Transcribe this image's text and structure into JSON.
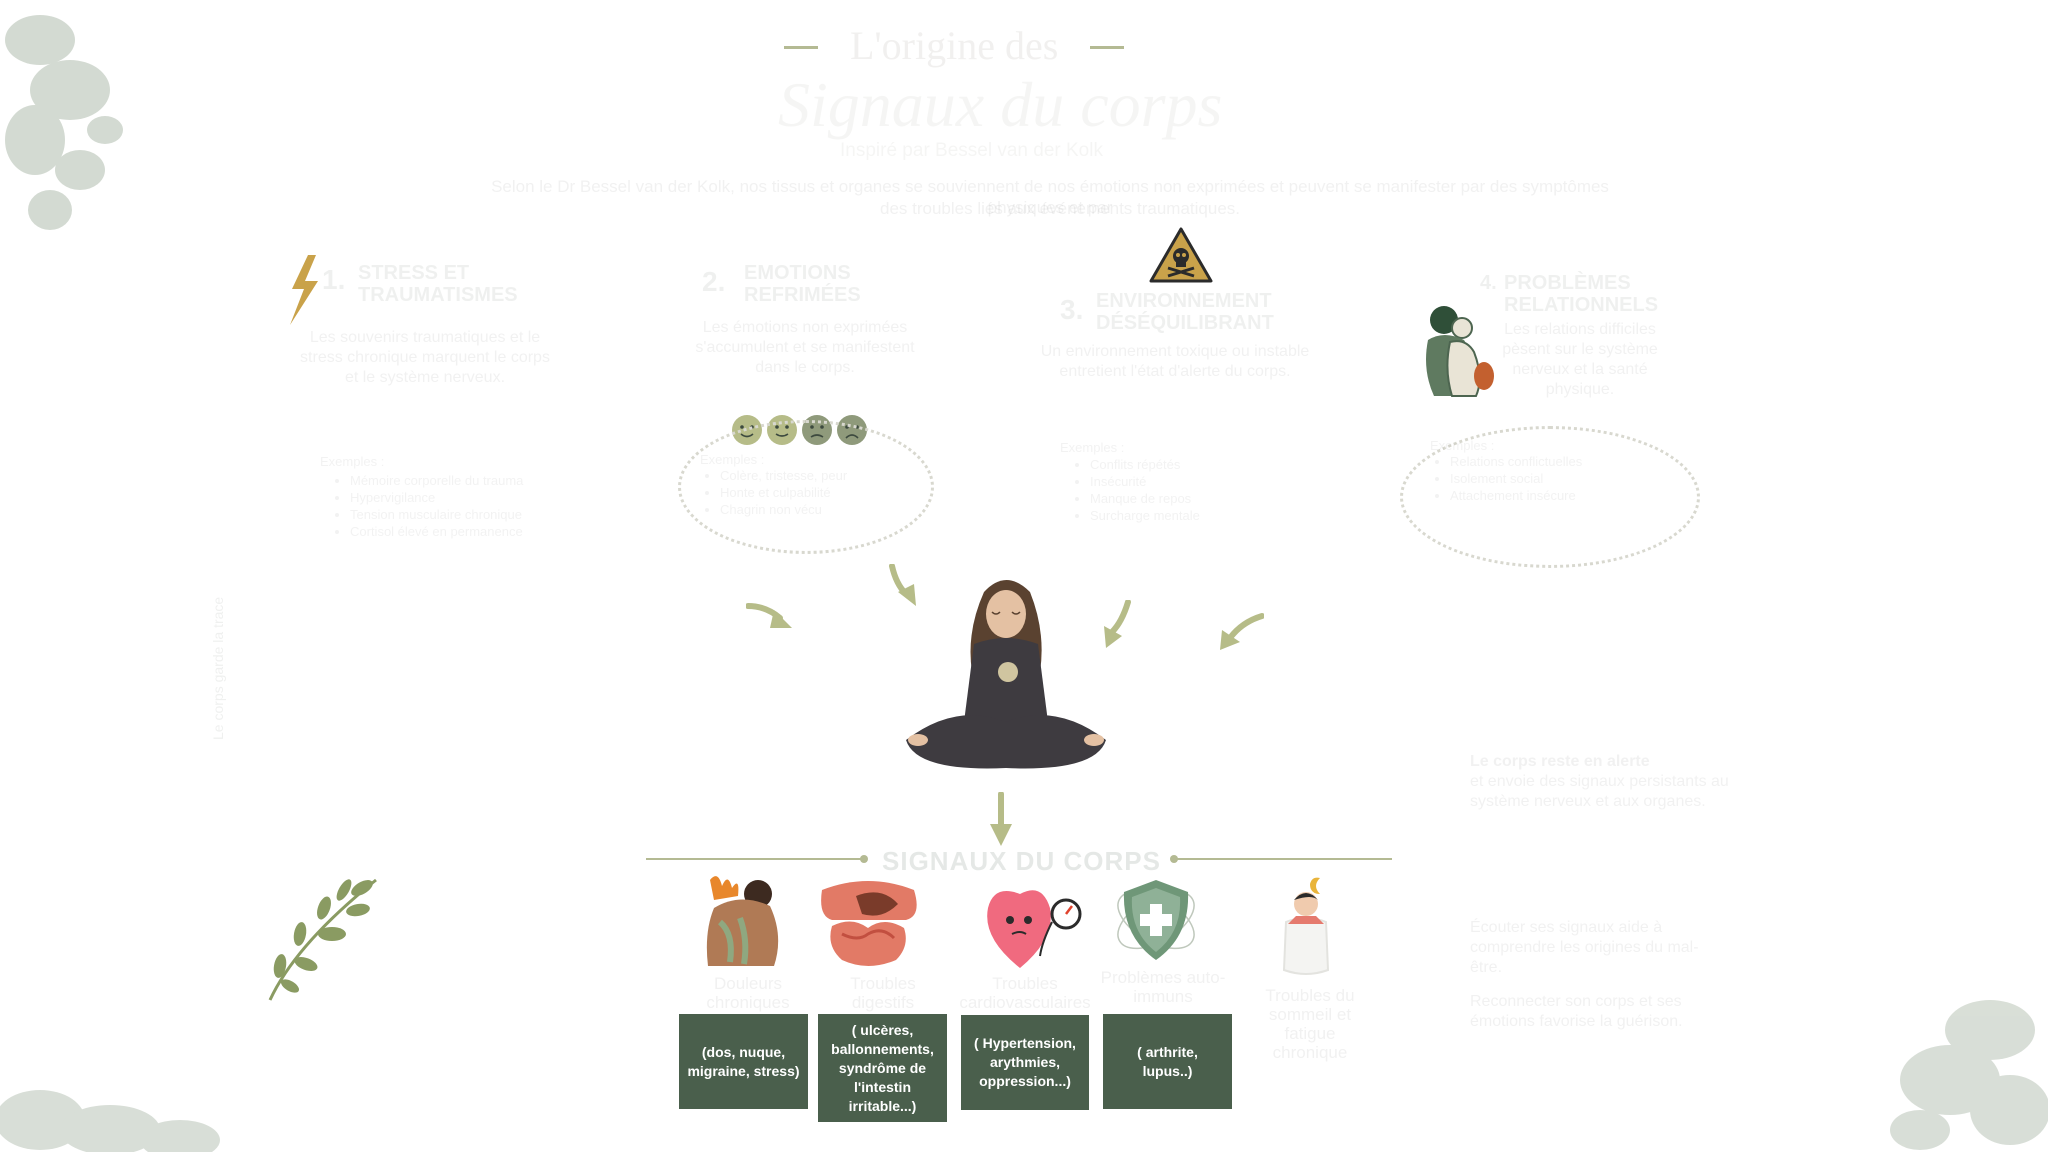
{
  "header": {
    "title_top": "L'origine des",
    "title_main": "Signaux du corps",
    "subtitle": "Inspiré par Bessel van der Kolk",
    "intro_line1": "Selon le Dr Bessel van der Kolk, nos tissus et organes se souviennent de nos émotions non exprimées et peuvent se manifester par des symptômes physiques et par",
    "intro_line2": "des troubles liés aux événements traumatiques."
  },
  "causes": [
    {
      "num": "1.",
      "title": "STRESS ET TRAUMATISMES",
      "text": "Les souvenirs traumatiques et le stress chronique marquent le corps et le système nerveux.",
      "examples_label": "Exemples :",
      "examples": [
        "Mémoire corporelle du trauma",
        "Hypervigilance",
        "Tension musculaire chronique",
        "Cortisol élevé en permanence"
      ]
    },
    {
      "num": "2.",
      "title": "EMOTIONS REFRIMÉES",
      "text": "Les émotions non exprimées s'accumulent et se manifestent dans le corps.",
      "examples_label": "Exemples :",
      "examples": [
        "Colère, tristesse, peur",
        "Honte et culpabilité",
        "Chagrin non vécu"
      ]
    },
    {
      "num": "3.",
      "title": "ENVIRONNEMENT DÉSÉQUILIBRANT",
      "text": "Un environnement toxique ou instable entretient l'état d'alerte du corps.",
      "examples_label": "Exemples :",
      "examples": [
        "Conflits répétés",
        "Insécurité",
        "Manque de repos",
        "Surcharge mentale"
      ]
    },
    {
      "num": "4.",
      "title": "PROBLÈMES RELATIONNELS",
      "text": "Les relations difficiles pèsent sur le système nerveux et la santé physique.",
      "examples_label": "Exemples :",
      "examples": [
        "Relations conflictuelles",
        "Isolement social",
        "Attachement insécure"
      ]
    }
  ],
  "side": {
    "vertical_note": "Le corps garde la trace",
    "box1_title": "Le corps reste en alerte",
    "box1_text": "et envoie des signaux persistants au système nerveux et aux organes.",
    "box2_text1": "Écouter ses signaux aide à comprendre les origines du mal-être.",
    "box2_text2": "Reconnecter son corps et ses émotions favorise la guérison."
  },
  "section": {
    "title": "SIGNAUX DU CORPS"
  },
  "symptoms": [
    {
      "label": "Douleurs chroniques",
      "box": "(dos, nuque, migraine, stress)"
    },
    {
      "label": "Troubles digestifs",
      "box": "( ulcères, ballonnements, syndrôme de l'intestin irritable...)"
    },
    {
      "label": "Troubles cardiovasculaires",
      "box": "( Hypertension, arythmies, oppression...)"
    },
    {
      "label": "Problèmes auto-immuns",
      "box": "( arthrite, lupus..)"
    },
    {
      "label": "Troubles du sommeil et fatigue chronique",
      "box": ""
    }
  ],
  "colors": {
    "box_green": "#4a5f4c",
    "accent_gold": "#c9a24a",
    "line_sage": "#b4ba93"
  },
  "icons": [
    "lightning-icon",
    "emoji-faces-icon",
    "danger-skull-icon",
    "hugging-couple-icon",
    "arrow-icon",
    "meditating-woman-illustration",
    "back-pain-icon",
    "intestine-icon",
    "heart-icon",
    "shield-cross-icon",
    "sleeping-person-icon",
    "leaf-branch-icon"
  ]
}
